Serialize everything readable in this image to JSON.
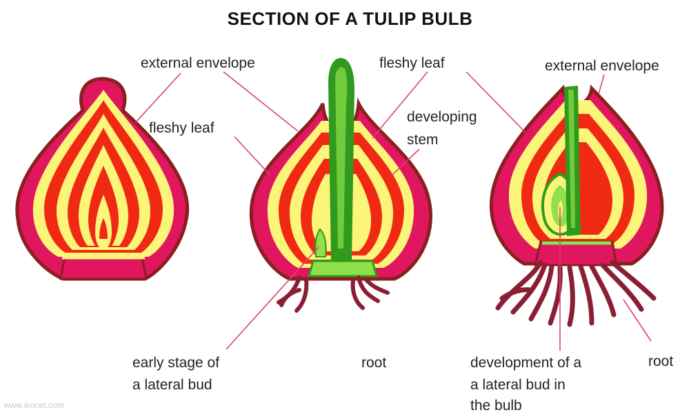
{
  "title": "SECTION OF A TULIP BULB",
  "labels": {
    "external_envelope_1": "external envelope",
    "fleshy_leaf_1": "fleshy leaf",
    "fleshy_leaf_2": "fleshy leaf",
    "developing_stem_line1": "developing",
    "developing_stem_line2": "stem",
    "external_envelope_2": "external envelope",
    "early_stage_line1": "early stage of",
    "early_stage_line2": "a lateral bud",
    "root_1": "root",
    "development_line1": "development of a",
    "development_line2": "a lateral bud in",
    "development_line3": "the bulb",
    "root_2": "root"
  },
  "watermark": "www.ikonet.com",
  "colors": {
    "envelope": "#e0165e",
    "envelope_outline": "#8a1f1f",
    "scale_red": "#f02a12",
    "scale_yellow": "#fbf57a",
    "stem_green": "#2f9a1e",
    "stem_light": "#8fe04a",
    "root": "#8a1f33",
    "leader_line": "#d9436e"
  }
}
